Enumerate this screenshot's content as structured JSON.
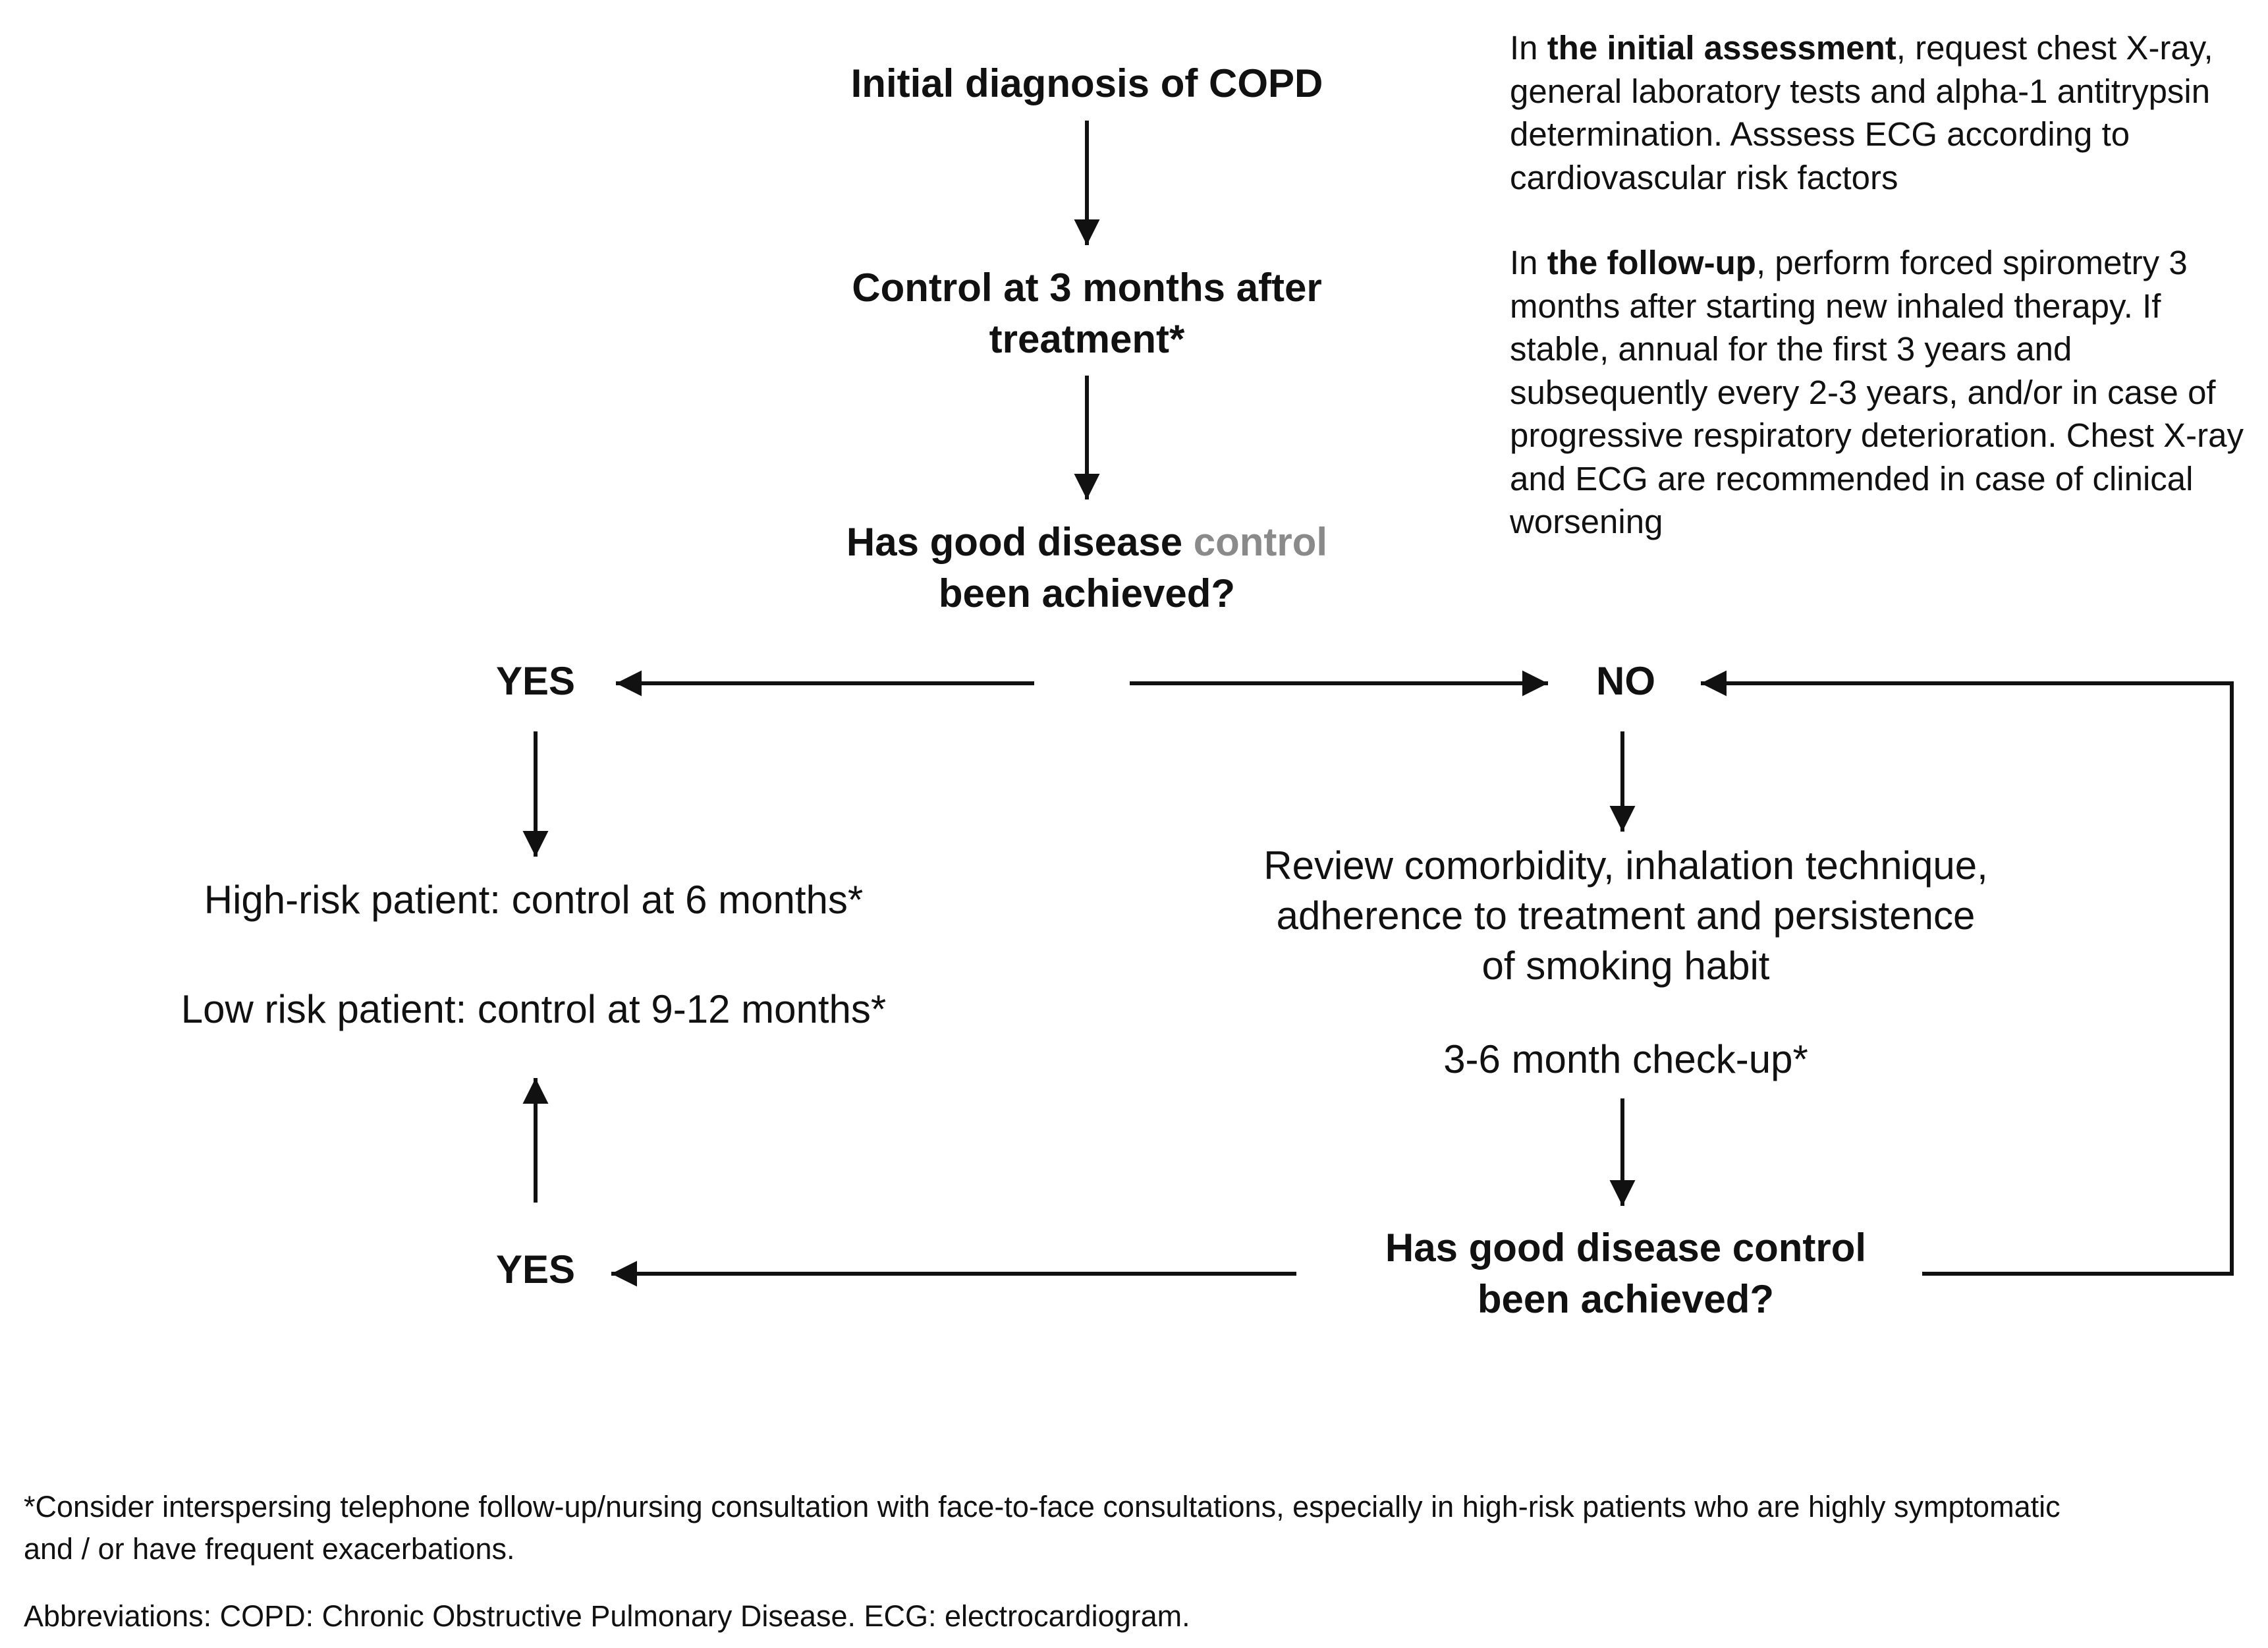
{
  "flow": {
    "start": "Initial diagnosis of COPD",
    "control3": {
      "line1": "Control at 3 months after",
      "line2": "treatment*"
    },
    "question1": {
      "pre": "Has good disease ",
      "highlight": "control",
      "line2": "been achieved?"
    },
    "yes_top": "YES",
    "no": "NO",
    "high_risk": "High-risk patient: control at 6 months*",
    "low_risk": "Low risk patient: control at 9-12 months*",
    "review": {
      "line1": "Review comorbidity, inhalation technique,",
      "line2": "adherence to treatment and persistence",
      "line3": "of smoking habit"
    },
    "checkup": "3-6 month check-up*",
    "question2": {
      "line1": "Has good disease control",
      "line2": "been achieved?"
    },
    "yes_bottom": "YES"
  },
  "notes": {
    "initial": {
      "pre": "In ",
      "bold": "the initial assessment",
      "post": ", request chest X-ray, general laboratory tests and alpha-1 antitrypsin determination. Asssess ECG according to cardiovascular risk factors"
    },
    "followup": {
      "pre": "In ",
      "bold": "the follow-up",
      "post": ", perform forced spirometry 3 months after starting new inhaled therapy. If stable, annual for the first 3 years and subsequently every 2-3 years, and/or in case of progressive respiratory deterioration. Chest X-ray and ECG are recommended in case of clinical worsening"
    }
  },
  "footnote": "*Consider interspersing telephone follow-up/nursing consultation with face-to-face consultations, especially in high-risk patients who are highly symptomatic and / or have frequent exacerbations.",
  "abbreviations": "Abbreviations: COPD: Chronic Obstructive Pulmonary Disease. ECG: electrocardiogram.",
  "colors": {
    "text": "#111111",
    "muted_highlight": "#8a8a8a",
    "arrow": "#111111"
  }
}
